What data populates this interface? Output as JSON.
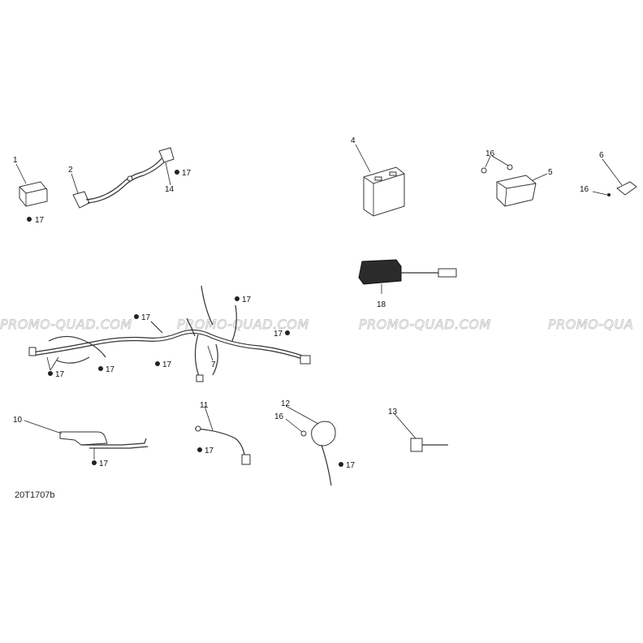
{
  "diagram": {
    "code": "20T1707b",
    "watermark": [
      "PROMO-QUAD.COM",
      "PROMO-QUAD.COM",
      "PROMO-QUA"
    ],
    "callouts": {
      "c1": "1",
      "c2": "2",
      "c4": "4",
      "c5": "5",
      "c6": "6",
      "c7": "7",
      "c10": "10",
      "c11": "11",
      "c12": "12",
      "c13": "13",
      "c14": "14",
      "c16a": "16",
      "c16b": "16",
      "c16c": "16",
      "c18": "18",
      "f1": "17",
      "f2": "17",
      "f3": "17",
      "f4": "17",
      "f5": "17",
      "f6": "17",
      "f7": "17",
      "f8": "17",
      "f9": "17",
      "f10": "17",
      "f11": "17",
      "f12": "17"
    }
  }
}
